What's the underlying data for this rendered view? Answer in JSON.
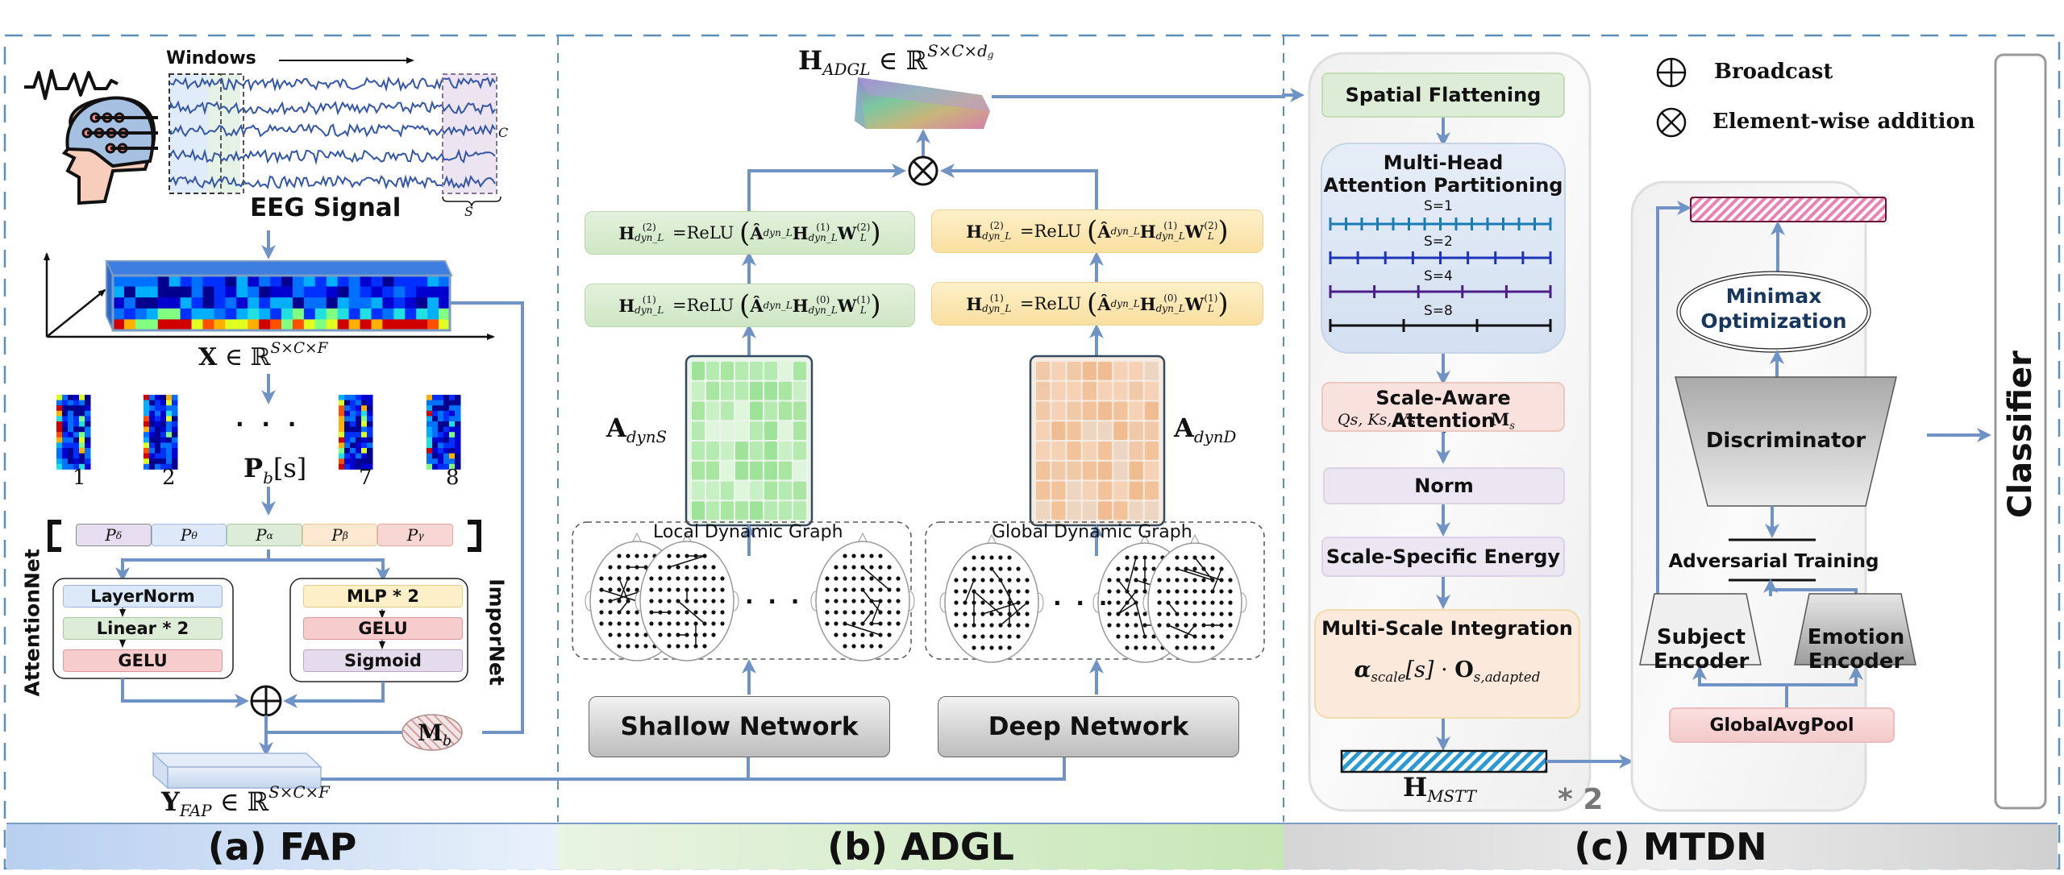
{
  "legend": {
    "broadcast_symbol": "⊕",
    "broadcast_label": "Broadcast",
    "elementwise_symbol": "⊗",
    "elementwise_label": "Element-wise addition"
  },
  "sections": {
    "fap": {
      "footer": "(a) FAP",
      "windows_label": "Windows",
      "eeg_label": "EEG Signal",
      "channel_axis": "C",
      "window_axis": "S",
      "x_tensor": {
        "base": "X",
        "sup": "S×C×F"
      },
      "patch_indices": [
        "1",
        "2",
        "7",
        "8"
      ],
      "ellipsis": "· · ·",
      "patch_label": {
        "base": "P",
        "sub": "b",
        "arg": "[s]"
      },
      "bands": [
        {
          "name": "P",
          "sub": "δ",
          "color": "#e6def0"
        },
        {
          "name": "P",
          "sub": "θ",
          "color": "#dde9f8"
        },
        {
          "name": "P",
          "sub": "α",
          "color": "#dcecd9"
        },
        {
          "name": "P",
          "sub": "β",
          "color": "#fde9d2"
        },
        {
          "name": "P",
          "sub": "γ",
          "color": "#f8d6d3"
        }
      ],
      "attention_net": {
        "title": "AttentionNet",
        "layers": [
          {
            "label": "LayerNorm",
            "color": "#dbe8f8"
          },
          {
            "label": "Linear * 2",
            "color": "#dcecd6"
          },
          {
            "label": "GELU",
            "color": "#f6cccc"
          }
        ]
      },
      "impor_net": {
        "title": "ImporNet",
        "layers": [
          {
            "label": "MLP * 2",
            "color": "#fdf0c9"
          },
          {
            "label": "GELU",
            "color": "#f6cccc"
          },
          {
            "label": "Sigmoid",
            "color": "#e4dbec"
          }
        ]
      },
      "mask_label": {
        "base": "M",
        "sub": "b"
      },
      "y_tensor": {
        "base": "Y",
        "sub": "FAP",
        "sup": "S×C×F"
      }
    },
    "adgl": {
      "footer": "(b) ADGL",
      "h_tensor": {
        "base": "H",
        "sub": "ADGL",
        "sup": "S×C×d",
        "supsub": "g"
      },
      "left_equations": [
        {
          "lhs_sup": "(2)",
          "mid_sup": "(1)",
          "w_sup": "(2)"
        },
        {
          "lhs_sup": "(1)",
          "mid_sup": "(0)",
          "w_sup": "(1)"
        }
      ],
      "right_equations": [
        {
          "lhs_sup": "(2)",
          "mid_sup": "(1)",
          "w_sup": "(2)"
        },
        {
          "lhs_sup": "(1)",
          "mid_sup": "(0)",
          "w_sup": "(1)"
        }
      ],
      "eq_parts": {
        "H": "H",
        "dyn_sub": "dyn_L",
        "relu": "ReLU",
        "A_hat": "Â",
        "W": "W",
        "W_sub": "L"
      },
      "adj_left": {
        "base": "A",
        "sub": "dynS"
      },
      "adj_right": {
        "base": "A",
        "sub": "dynD"
      },
      "local_graph_label": "Local Dynamic Graph",
      "global_graph_label": "Global Dynamic Graph",
      "graph_ellipsis": "· · ·",
      "shallow_network": "Shallow Network",
      "deep_network": "Deep Network"
    },
    "mtdn": {
      "footer": "(c) MTDN",
      "spatial_flattening": "Spatial Flattening",
      "mhap_title_1": "Multi-Head",
      "mhap_title_2": "Attention Partitioning",
      "scales": [
        {
          "label": "S=1",
          "segments": 14,
          "color": "#1a7bb5"
        },
        {
          "label": "S=2",
          "segments": 8,
          "color": "#1f33b8"
        },
        {
          "label": "S=4",
          "segments": 5,
          "color": "#4a1e86"
        },
        {
          "label": "S=8",
          "segments": 3,
          "color": "#111111"
        }
      ],
      "scale_aware_title": "Scale-Aware Attention",
      "qkv_label": "Qs, Ks, Vs",
      "ms_label": {
        "base": "M",
        "sub": "s"
      },
      "norm": "Norm",
      "scale_energy": "Scale-Specific Energy",
      "multi_scale_title": "Multi-Scale Integration",
      "integration_formula": {
        "alpha": "α",
        "alpha_sub": "scale",
        "arg": "[s]",
        "dot": "·",
        "O": "O",
        "O_sub": "s,adapted"
      },
      "h_mstt": {
        "base": "H",
        "sub": "MSTT"
      },
      "repeat_label": "* 2",
      "minimax_line1": "Minimax",
      "minimax_line2": "Optimization",
      "discriminator": "Discriminator",
      "adversarial_training": "Adversarial Training",
      "subject_encoder_1": "Subject",
      "subject_encoder_2": "Encoder",
      "emotion_encoder_1": "Emotion",
      "emotion_encoder_2": "Encoder",
      "global_avg_pool": "GlobalAvgPool",
      "classifier": "Classifier"
    }
  },
  "colors": {
    "arrow": "#6f93c5",
    "dashed_border": "#5b8fb8",
    "fap_footer": "#c6d8f0",
    "adgl_footer": "#d6ebcc",
    "mtdn_footer": "#d2d2d2"
  }
}
